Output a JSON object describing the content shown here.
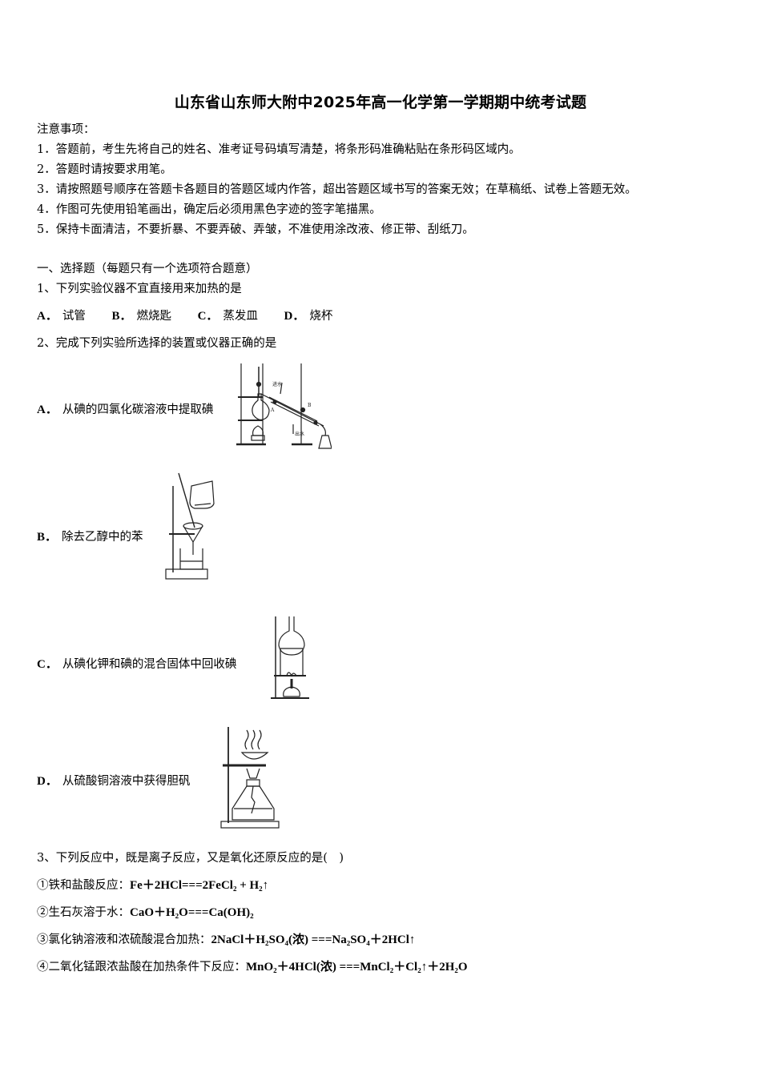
{
  "document": {
    "title": "山东省山东师大附中2025年高一化学第一学期期中统考试题",
    "notice": {
      "heading": "注意事项：",
      "items": [
        "1．答题前，考生先将自己的姓名、准考证号码填写清楚，将条形码准确粘贴在条形码区域内。",
        "2．答题时请按要求用笔。",
        "3．请按照题号顺序在答题卡各题目的答题区域内作答，超出答题区域书写的答案无效；在草稿纸、试卷上答题无效。",
        "4．作图可先使用铅笔画出，确定后必须用黑色字迹的签字笔描黑。",
        "5．保持卡面清洁，不要折暴、不要弄破、弄皱，不准使用涂改液、修正带、刮纸刀。"
      ]
    },
    "section1": {
      "heading": "一、选择题（每题只有一个选项符合题意）"
    },
    "questions": [
      {
        "stem": "1、下列实验仪器不宜直接用来加热的是",
        "options": [
          {
            "letter": "A．",
            "text": "试管"
          },
          {
            "letter": "B．",
            "text": "燃烧匙"
          },
          {
            "letter": "C．",
            "text": "蒸发皿"
          },
          {
            "letter": "D．",
            "text": "烧杯"
          }
        ]
      },
      {
        "stem": "2、完成下列实验所选择的装置或仪器正确的是",
        "options": [
          {
            "letter": "A．",
            "text": "从碘的四氯化碳溶液中提取碘",
            "figure": "distillation-apparatus",
            "figure_labels": [
              "进水",
              "出水",
              "A",
              "B"
            ]
          },
          {
            "letter": "B．",
            "text": "除去乙醇中的苯",
            "figure": "filtration-apparatus"
          },
          {
            "letter": "C．",
            "text": "从碘化钾和碘的混合固体中回收碘",
            "figure": "sublimation-apparatus"
          },
          {
            "letter": "D．",
            "text": "从硫酸铜溶液中获得胆矾",
            "figure": "evaporation-apparatus"
          }
        ]
      },
      {
        "stem": "3、下列反应中，既是离子反应，又是氧化还原反应的是(　)",
        "items": [
          {
            "marker": "①",
            "text": "铁和盐酸反应：",
            "equation": "Fe＋2HCl===2FeCl₂ + H₂↑"
          },
          {
            "marker": "②",
            "text": "生石灰溶于水：",
            "equation": "CaO＋H₂O===Ca(OH)₂"
          },
          {
            "marker": "③",
            "text": "氯化钠溶液和浓硫酸混合加热：",
            "equation": "2NaCl＋H₂SO₄(浓) ===Na₂SO₄＋2HCl↑"
          },
          {
            "marker": "④",
            "text": "二氧化锰跟浓盐酸在加热条件下反应：",
            "equation": "MnO₂＋4HCl(浓) ===MnCl₂＋Cl₂↑＋2H₂O"
          }
        ]
      }
    ]
  }
}
